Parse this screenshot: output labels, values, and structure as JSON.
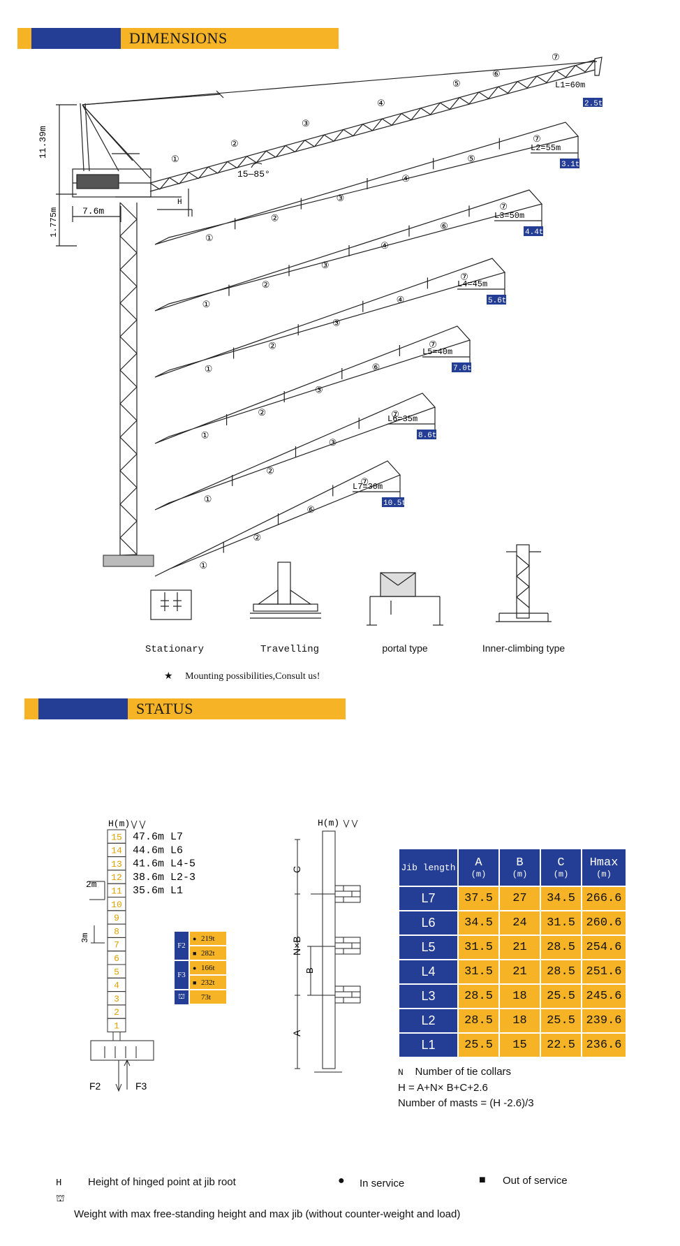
{
  "sections": {
    "dimensions": "DIMENSIONS",
    "status": "STATUS"
  },
  "crane": {
    "height_dim": "11.39m",
    "base_dim": "1.775m",
    "counter_jib": "7.6m",
    "luff_angle": "15—85°",
    "h_label": "H",
    "section_numbers": {
      "1": "①",
      "2": "②",
      "3": "③",
      "4": "④",
      "5": "⑤",
      "6": "⑥",
      "7": "⑦"
    },
    "jibs": [
      {
        "length": "L1=60m",
        "load": "2.5t",
        "sections": [
          "1",
          "2",
          "3",
          "4",
          "5",
          "6",
          "7"
        ]
      },
      {
        "length": "L2=55m",
        "load": "3.1t",
        "sections": [
          "1",
          "2",
          "3",
          "4",
          "5",
          "7"
        ]
      },
      {
        "length": "L3=50m",
        "load": "4.4t",
        "sections": [
          "1",
          "2",
          "3",
          "4",
          "6",
          "7"
        ]
      },
      {
        "length": "L4=45m",
        "load": "5.6t",
        "sections": [
          "1",
          "2",
          "3",
          "4",
          "7"
        ]
      },
      {
        "length": "L5=40m",
        "load": "7.0t",
        "sections": [
          "1",
          "2",
          "3",
          "6",
          "7"
        ]
      },
      {
        "length": "L6=35m",
        "load": "8.6t",
        "sections": [
          "1",
          "2",
          "3",
          "7"
        ]
      },
      {
        "length": "L7=30m",
        "load": "10.5t",
        "sections": [
          "1",
          "2",
          "6",
          "7"
        ]
      }
    ]
  },
  "mounting": {
    "types": [
      "Stationary",
      "Travelling",
      "portal type",
      "Inner-climbing type"
    ],
    "note_star": "★",
    "note": "Mounting possibilities,Consult us!"
  },
  "status": {
    "h_header": "H(m)",
    "mast_numbers": [
      "15",
      "14",
      "13",
      "12",
      "11",
      "10",
      "9",
      "8",
      "7",
      "6",
      "5",
      "4",
      "3",
      "2",
      "1"
    ],
    "height_labels": [
      "47.6m L7",
      "44.6m L6",
      "41.6m L4-5",
      "38.6m L2-3",
      "35.6m L1"
    ],
    "dim_2m": "2m",
    "dim_3m": "3m",
    "force_left": "F2",
    "force_right": "F3",
    "loads": [
      {
        "group": "F2",
        "symbol": "●",
        "value": "219t"
      },
      {
        "group": "F2",
        "symbol": "■",
        "value": "282t"
      },
      {
        "group": "F3",
        "symbol": "●",
        "value": "166t"
      },
      {
        "group": "F3",
        "symbol": "■",
        "value": "232t"
      },
      {
        "group": "",
        "symbol": "weight-icon",
        "value": "73t"
      }
    ],
    "climbing_labels": {
      "c": "C",
      "nxb": "N×B",
      "b": "B",
      "a": "A",
      "h": "H(m)"
    }
  },
  "table": {
    "headers": [
      "Jib length",
      "A",
      "B",
      "C",
      "Hmax"
    ],
    "units": "(m)",
    "rows": [
      [
        "L7",
        "37.5",
        "27",
        "34.5",
        "266.6"
      ],
      [
        "L6",
        "34.5",
        "24",
        "31.5",
        "260.6"
      ],
      [
        "L5",
        "31.5",
        "21",
        "28.5",
        "254.6"
      ],
      [
        "L4",
        "31.5",
        "21",
        "28.5",
        "251.6"
      ],
      [
        "L3",
        "28.5",
        "18",
        "25.5",
        "245.6"
      ],
      [
        "L2",
        "28.5",
        "18",
        "25.5",
        "239.6"
      ],
      [
        "L1",
        "25.5",
        "15",
        "22.5",
        "236.6"
      ]
    ]
  },
  "formulas": {
    "n_key": "N",
    "n_desc": "Number of tie collars",
    "h_formula": "H = A+N× B+C+2.6",
    "masts": "Number of masts = (H -2.6)/3"
  },
  "legend": {
    "h_key": "H",
    "h_desc": "Height of hinged point at jib root",
    "in_service_sym": "●",
    "in_service": "In service",
    "out_service_sym": "■",
    "out_service": "Out of service",
    "weight_desc": "Weight with max free-standing height and max jib (without counter-weight and load)"
  },
  "colors": {
    "accent": "#f5b325",
    "brand": "#243e95"
  }
}
